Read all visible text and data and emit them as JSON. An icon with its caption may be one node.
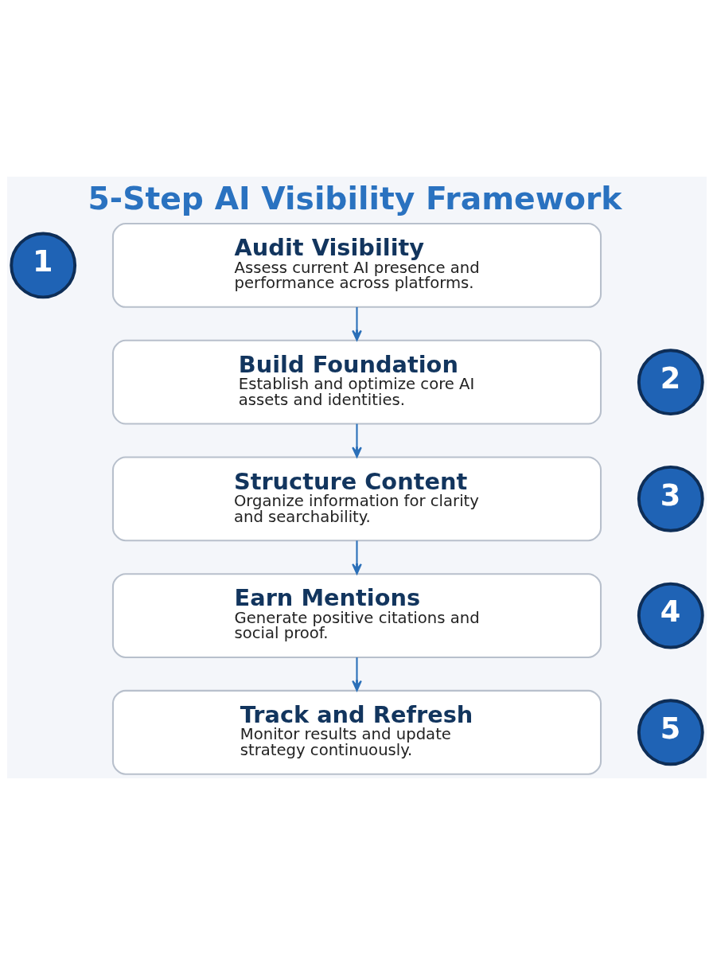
{
  "diagram": {
    "title": "5-Step AI Visibility Framework",
    "nodes": [
      {
        "text": [
          "1"
        ]
      },
      {
        "text": [
          "Audit Visibility",
          "Assess current AI presence and performance across platforms."
        ]
      },
      {
        "text": [
          "2"
        ]
      },
      {
        "text": [
          "Build Foundation",
          "Establish and optimize core AI assets and identities."
        ]
      },
      {
        "text": [
          "3"
        ]
      },
      {
        "text": [
          "Structure Content",
          "Organize information for clarity and searchability."
        ]
      },
      {
        "text": [
          "4"
        ]
      },
      {
        "text": [
          "Earn Mentions",
          "Generate positive citations and social proof."
        ]
      },
      {
        "text": [
          "5"
        ]
      },
      {
        "text": [
          "Track and Refresh",
          "Monitor results and update strategy continuously."
        ]
      }
    ],
    "edges": [
      {
        "from": 1,
        "to": 3,
        "arrow": "to"
      },
      {
        "from": 3,
        "to": 5,
        "arrow": "to"
      },
      {
        "from": 5,
        "to": 7,
        "arrow": "to"
      },
      {
        "from": 7,
        "to": 9,
        "arrow": "to"
      }
    ]
  }
}
